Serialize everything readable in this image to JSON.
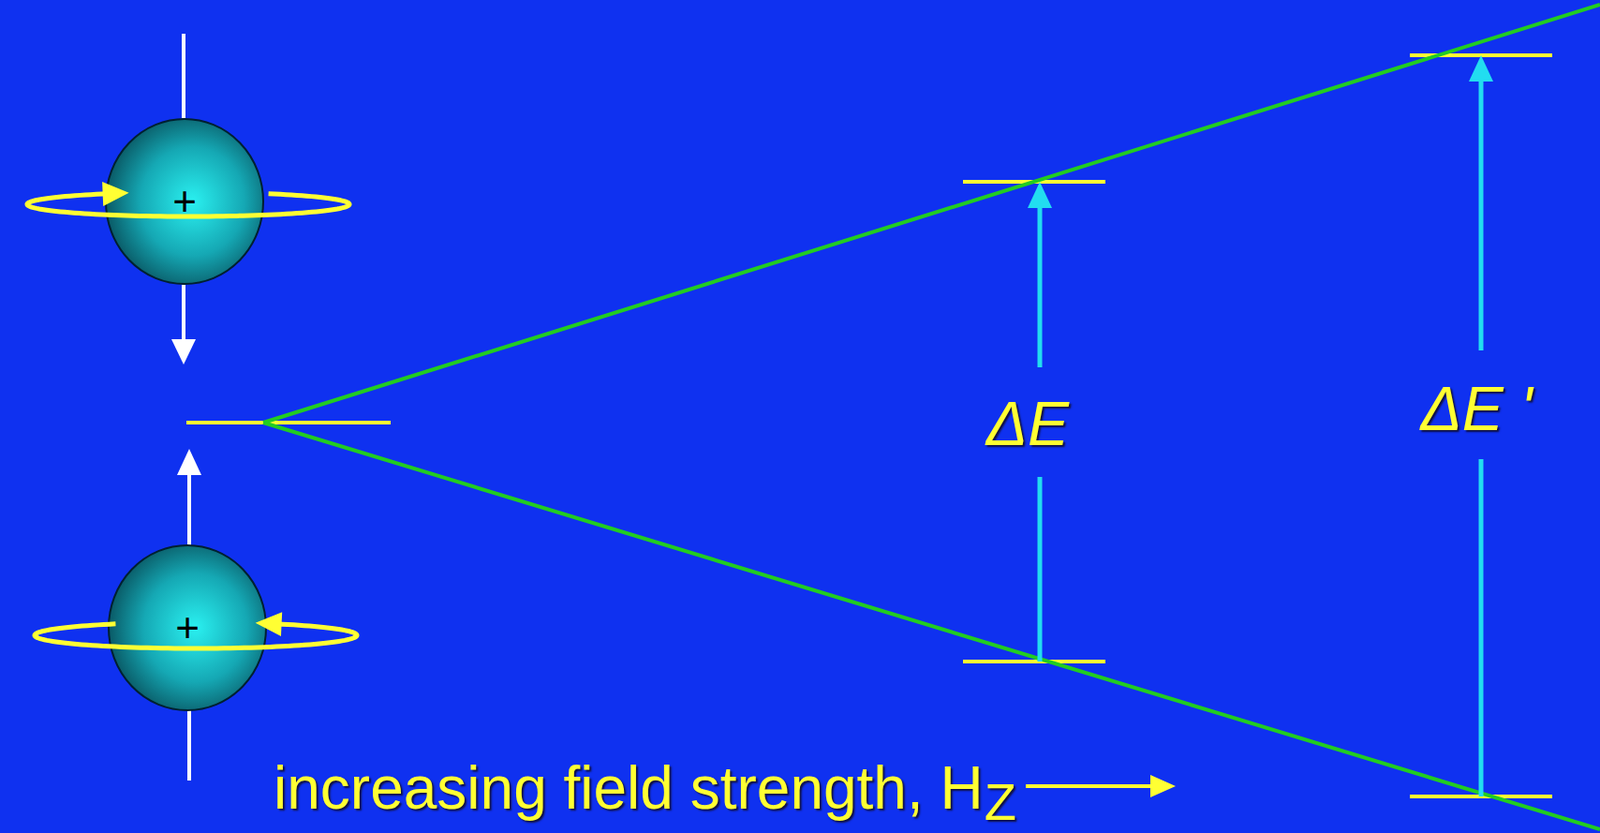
{
  "diagram": {
    "nodes": [
      {
        "text": [
          "+"
        ]
      },
      {
        "text": [
          "+"
        ]
      }
    ],
    "labels": [
      "ΔE",
      "ΔE '",
      "increasing field strength, H",
      "Z"
    ]
  }
}
